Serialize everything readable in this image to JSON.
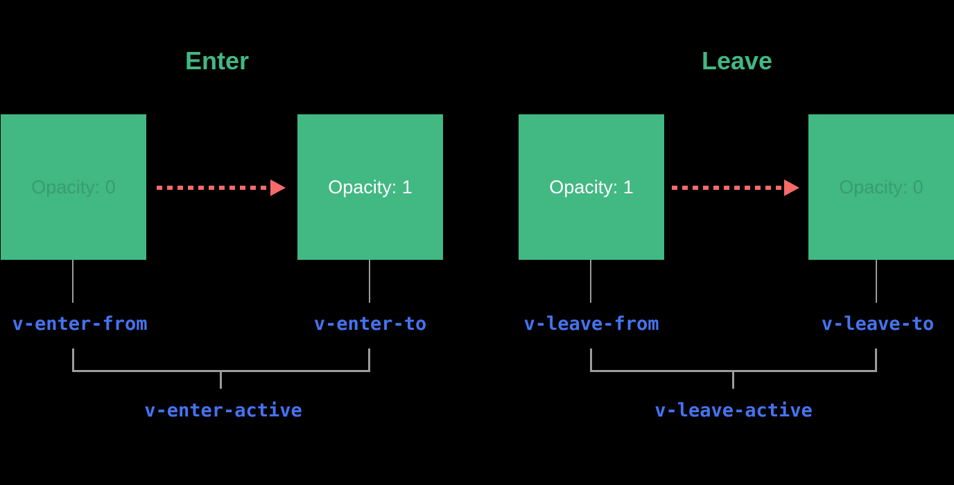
{
  "colors": {
    "background": "#000000",
    "box_green": "#42b883",
    "title_green": "#42b883",
    "label_blue": "#4573f0",
    "line_gray": "#9c9c9c",
    "arrow_red": "#f76a6a",
    "box_text_white": "#ffffff",
    "faded_text_green": "#389c6f"
  },
  "diagram": {
    "sections": [
      {
        "title": "Enter",
        "from_box": {
          "text": "Opacity: 0",
          "style": "faded"
        },
        "to_box": {
          "text": "Opacity: 1",
          "style": "normal"
        },
        "labels": {
          "from": "v-enter-from",
          "to": "v-enter-to",
          "active": "v-enter-active"
        }
      },
      {
        "title": "Leave",
        "from_box": {
          "text": "Opacity: 1",
          "style": "normal"
        },
        "to_box": {
          "text": "Opacity: 0",
          "style": "faded"
        },
        "labels": {
          "from": "v-leave-from",
          "to": "v-leave-to",
          "active": "v-leave-active"
        }
      }
    ]
  }
}
